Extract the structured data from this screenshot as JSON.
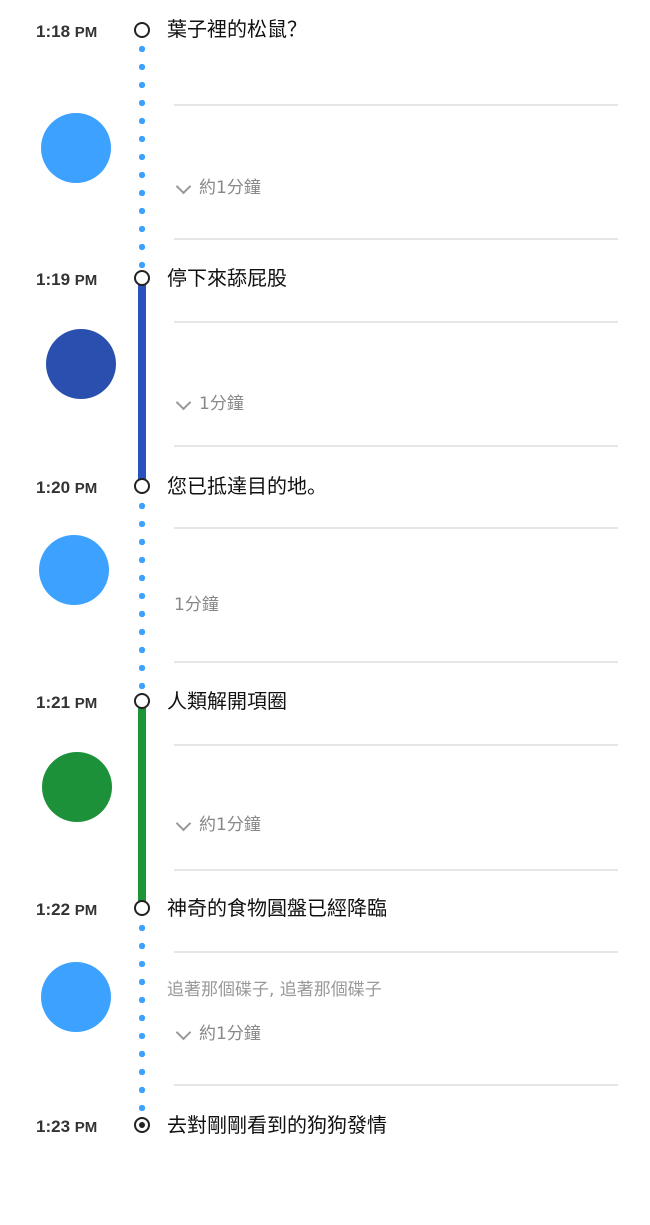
{
  "colors": {
    "walk": "#3DA2FF",
    "bus": "#2A4FAE",
    "train": "#1C913A",
    "line_blue": "#2A52BE",
    "line_green": "#1E9438"
  },
  "steps": [
    {
      "time": "1:18",
      "ampm": "PM",
      "title": "葉子裡的松鼠？"
    },
    {
      "time": "1:19",
      "ampm": "PM",
      "title": "停下來舔屁股"
    },
    {
      "time": "1:20",
      "ampm": "PM",
      "title": "您已抵達目的地。"
    },
    {
      "time": "1:21",
      "ampm": "PM",
      "title": "人類解開項圈"
    },
    {
      "time": "1:22",
      "ampm": "PM",
      "title": "神奇的食物圓盤已經降臨"
    },
    {
      "time": "1:23",
      "ampm": "PM",
      "title": "去對剛剛看到的狗狗發情"
    }
  ],
  "segments": [
    {
      "mode": "walk",
      "duration": "約1分鐘"
    },
    {
      "mode": "bus",
      "duration": "1分鐘"
    },
    {
      "mode": "walk",
      "duration": "1分鐘"
    },
    {
      "mode": "train",
      "duration": "約1分鐘"
    },
    {
      "mode": "walk",
      "detail": "追著那個碟子, 追著那個碟子",
      "duration": "約1分鐘"
    }
  ]
}
